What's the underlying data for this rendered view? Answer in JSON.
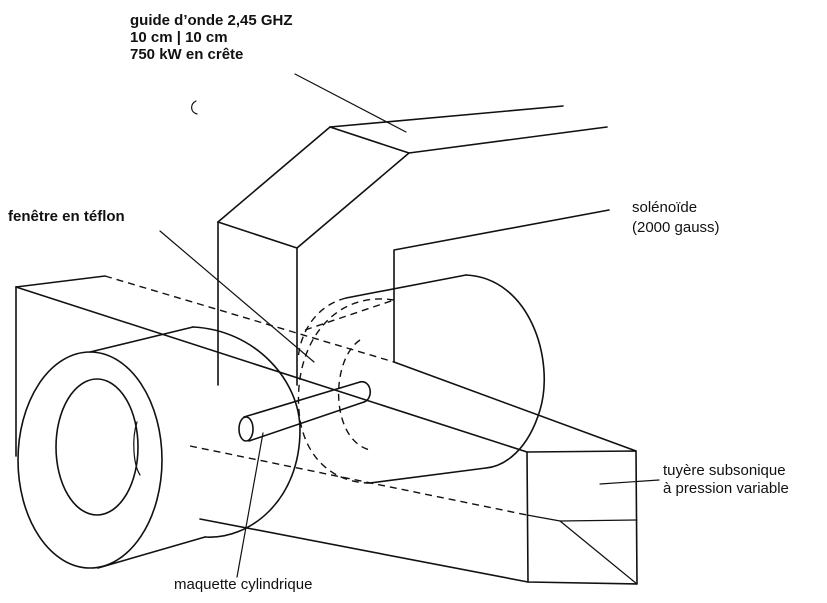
{
  "labels": {
    "waveguide": {
      "line1": "guide d’onde 2,45 GHZ",
      "line2": "10 cm | 10 cm",
      "line3": "750 kW en crête"
    },
    "teflon_window": "fenêtre en téflon",
    "solenoid": {
      "line1": "solénoïde",
      "line2": "(2000 gauss)"
    },
    "nozzle": {
      "line1": "tuyère subsonique",
      "line2": "à pression variable"
    },
    "model": "maquette cylindrique"
  }
}
